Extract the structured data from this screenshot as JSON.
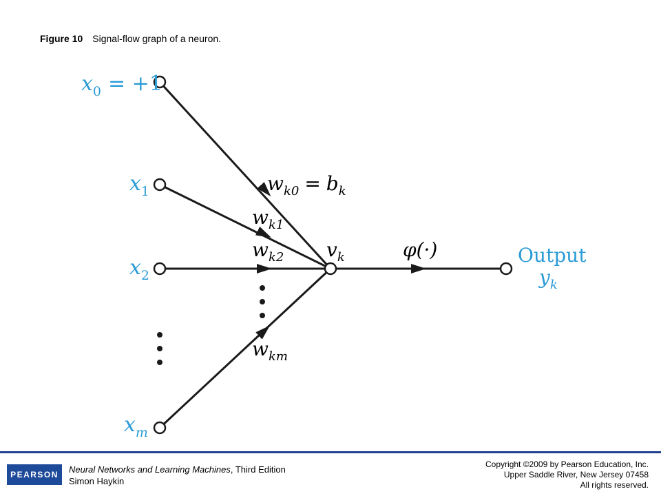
{
  "caption": {
    "number": "Figure 10",
    "text": "Signal-flow graph of a neuron."
  },
  "diagram": {
    "inputs": {
      "x0": {
        "var": "x",
        "sub": "0",
        "eq": "= +1"
      },
      "x1": {
        "var": "x",
        "sub": "1"
      },
      "x2": {
        "var": "x",
        "sub": "2"
      },
      "xm": {
        "var": "x",
        "sub": "m"
      }
    },
    "weights": {
      "wk0": {
        "var": "w",
        "sub": "k0",
        "eq": "=",
        "rhs_var": "b",
        "rhs_sub": "k"
      },
      "wk1": {
        "var": "w",
        "sub": "k1"
      },
      "wk2": {
        "var": "w",
        "sub": "k2"
      },
      "wkm": {
        "var": "w",
        "sub": "km"
      }
    },
    "node": {
      "var": "v",
      "sub": "k"
    },
    "activation": {
      "text": "φ(·)"
    },
    "output": {
      "label": "Output",
      "var": "y",
      "sub": "k"
    },
    "colors": {
      "label_blue": "#2b9bd6",
      "line": "#1a1a1a"
    }
  },
  "footer": {
    "logo": "PEARSON",
    "book_title": "Neural Networks and Learning Machines",
    "book_edition": ", Third Edition",
    "author": "Simon Haykin",
    "copyright_lines": [
      "Copyright ©2009 by Pearson Education, Inc.",
      "Upper Saddle River, New Jersey 07458",
      "All rights reserved."
    ]
  }
}
